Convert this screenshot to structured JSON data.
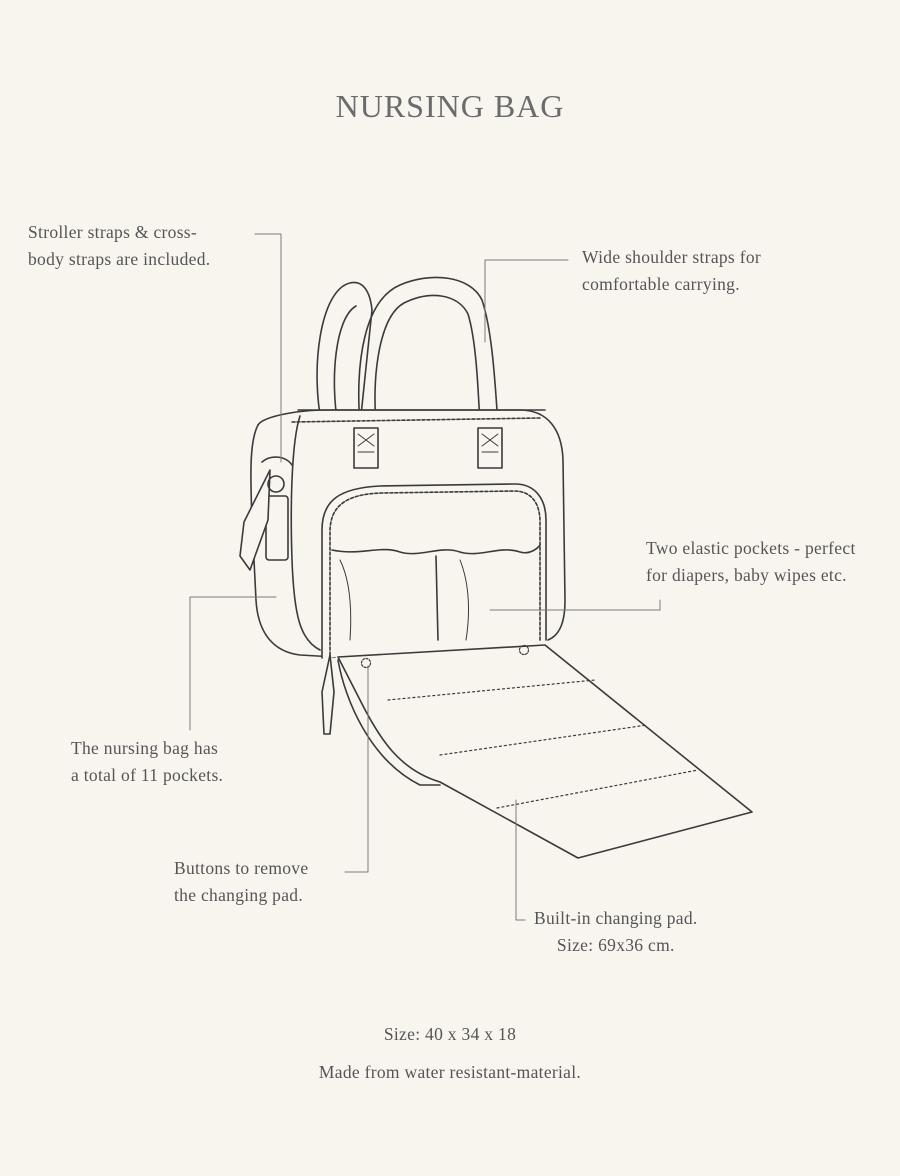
{
  "title": "NURSING BAG",
  "callouts": {
    "stroller_straps": [
      "Stroller straps & cross-",
      "body straps are included."
    ],
    "shoulder_straps": [
      "Wide shoulder straps for",
      "comfortable carrying."
    ],
    "elastic_pockets": [
      "Two elastic pockets - perfect",
      "for diapers, baby wipes etc."
    ],
    "pockets_total": [
      "The nursing bag has",
      "a total of 11 pockets."
    ],
    "buttons": [
      "Buttons to remove",
      "the changing pad."
    ],
    "changing_pad": [
      "Built-in changing pad.",
      "Size: 69x36 cm."
    ]
  },
  "footer": {
    "size": "Size: 40 x 34 x 18",
    "material": "Made from water resistant-material."
  }
}
